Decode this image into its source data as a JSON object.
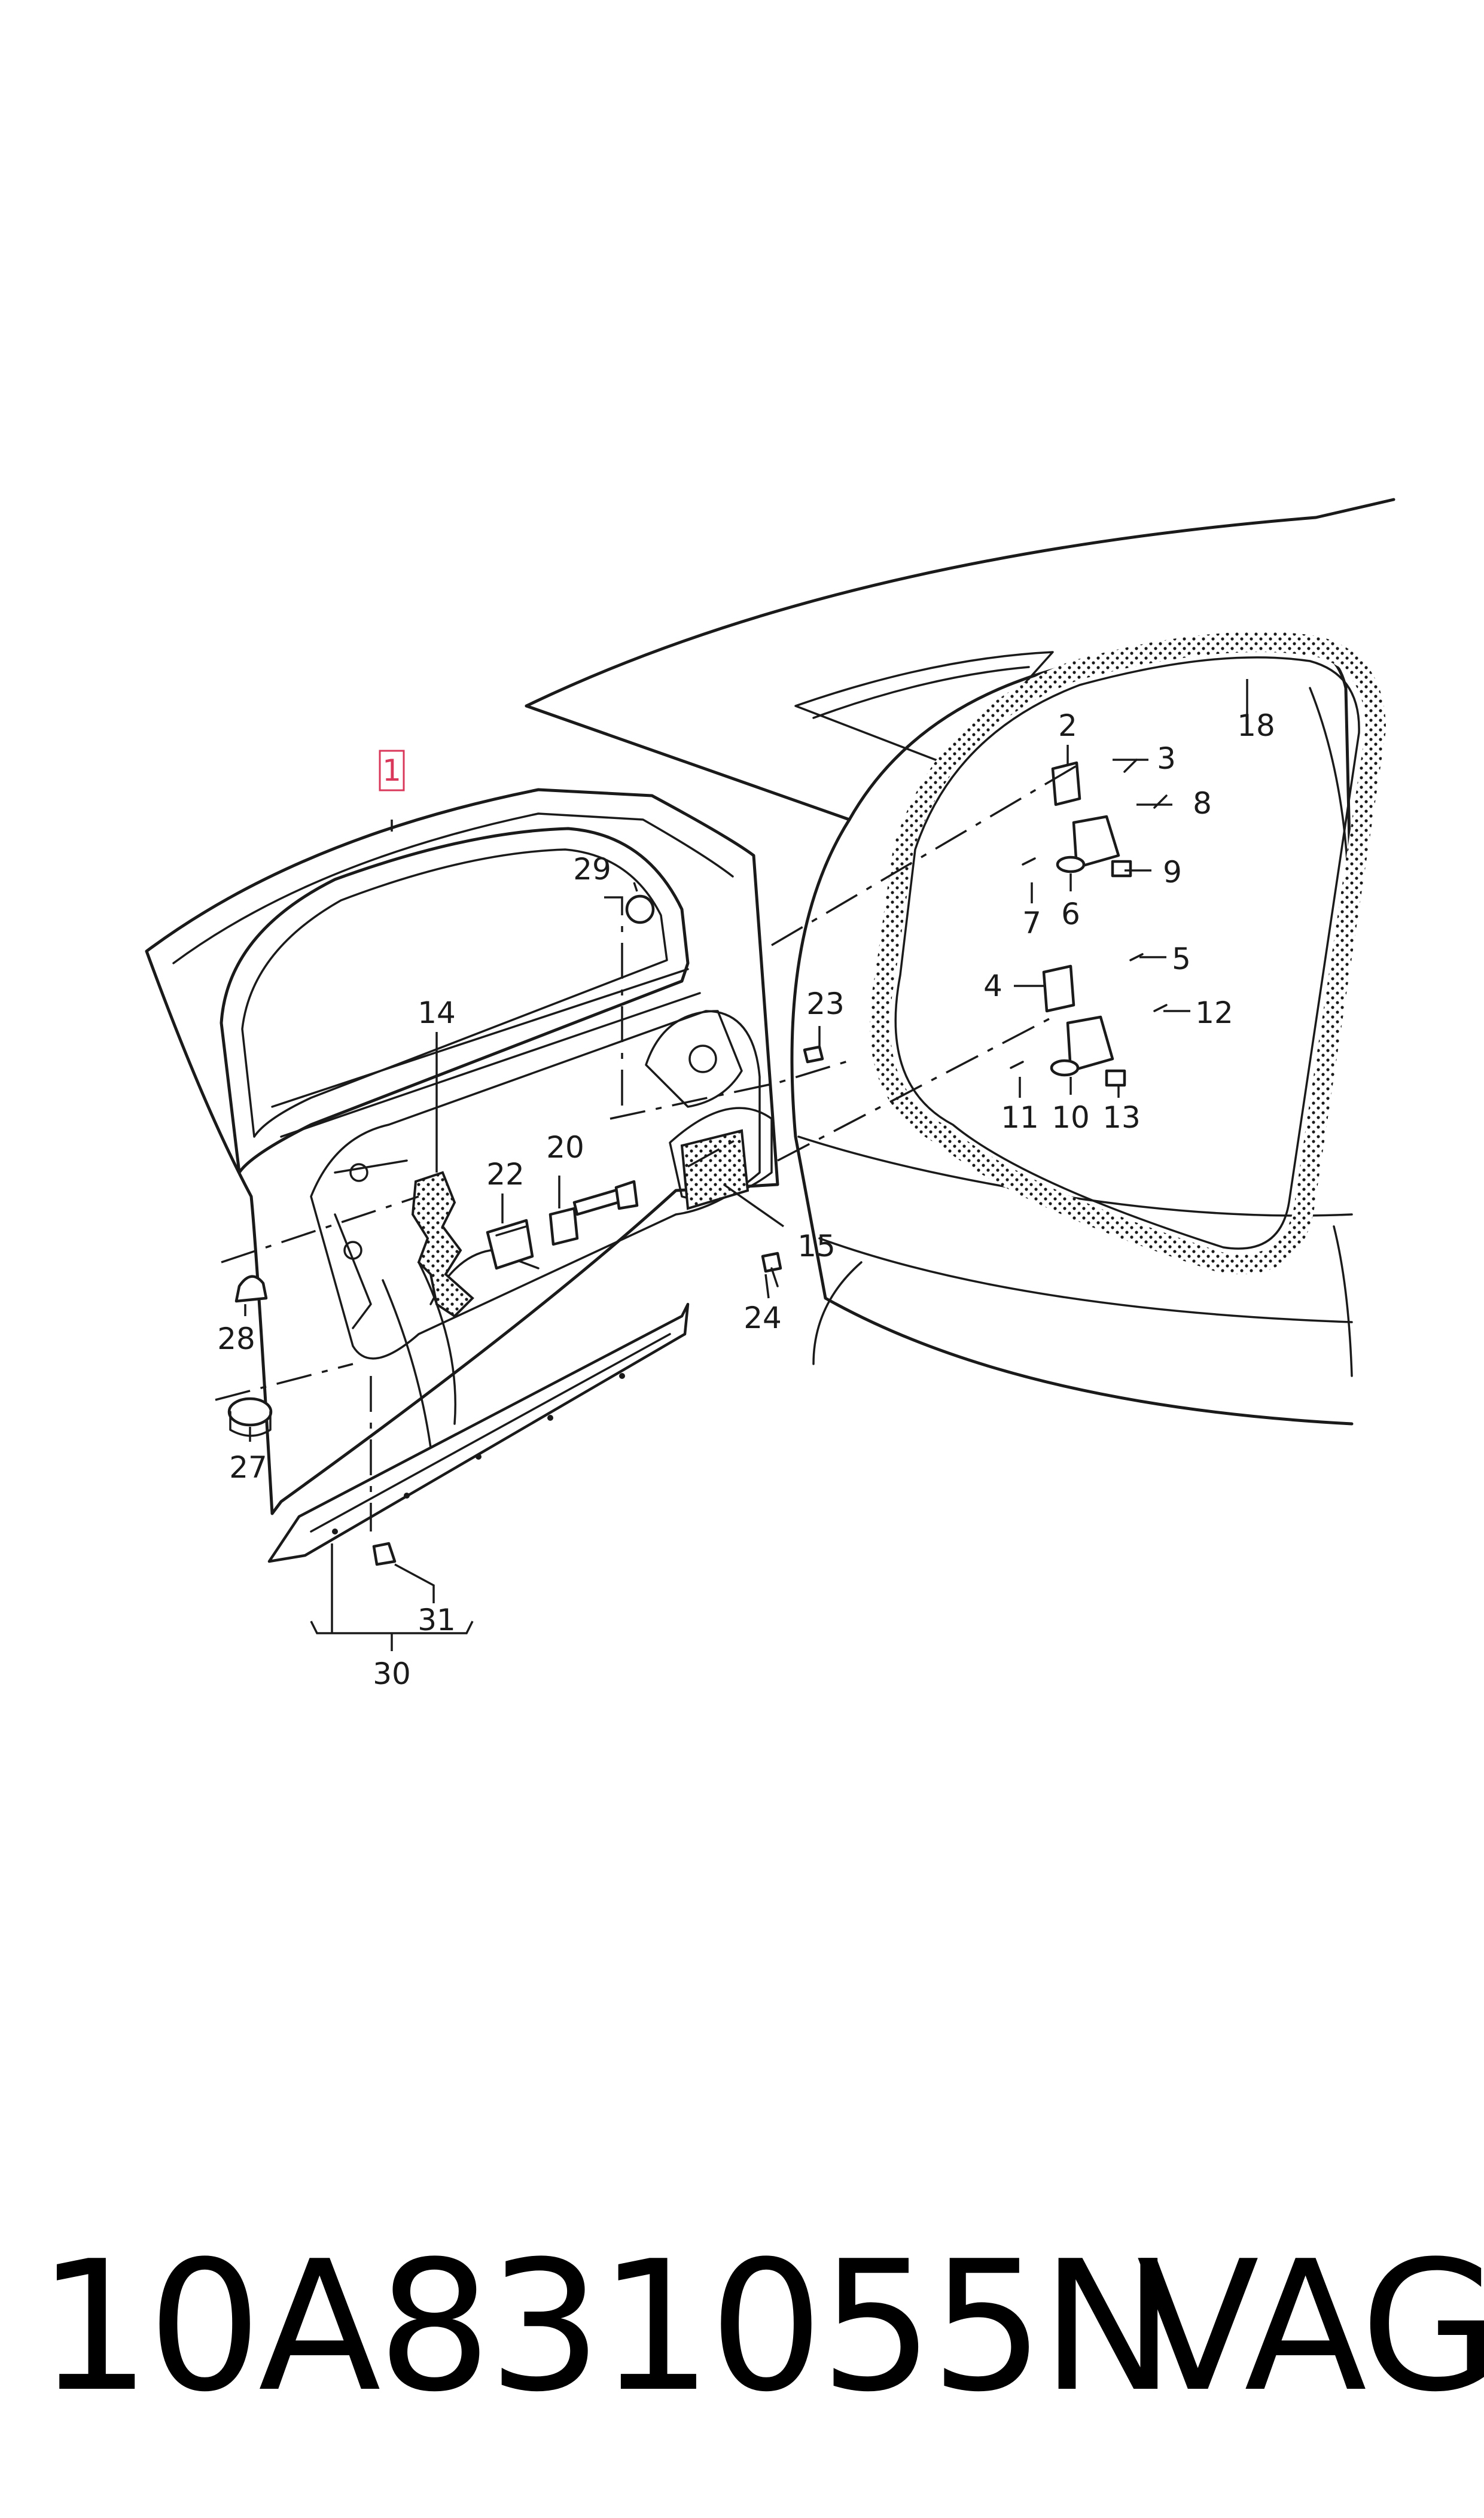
{
  "diagram": {
    "callouts": [
      "1",
      "2",
      "3",
      "4",
      "5",
      "6",
      "7",
      "8",
      "9",
      "10",
      "11",
      "12",
      "13",
      "14",
      "15",
      "18",
      "20",
      "22",
      "23",
      "24",
      "27",
      "28",
      "29",
      "30",
      "31"
    ],
    "highlight_color": "#d9385a",
    "line_color": "#1a1a1a"
  },
  "footer": {
    "part_number": "10A831055N",
    "brand": "VAG"
  }
}
